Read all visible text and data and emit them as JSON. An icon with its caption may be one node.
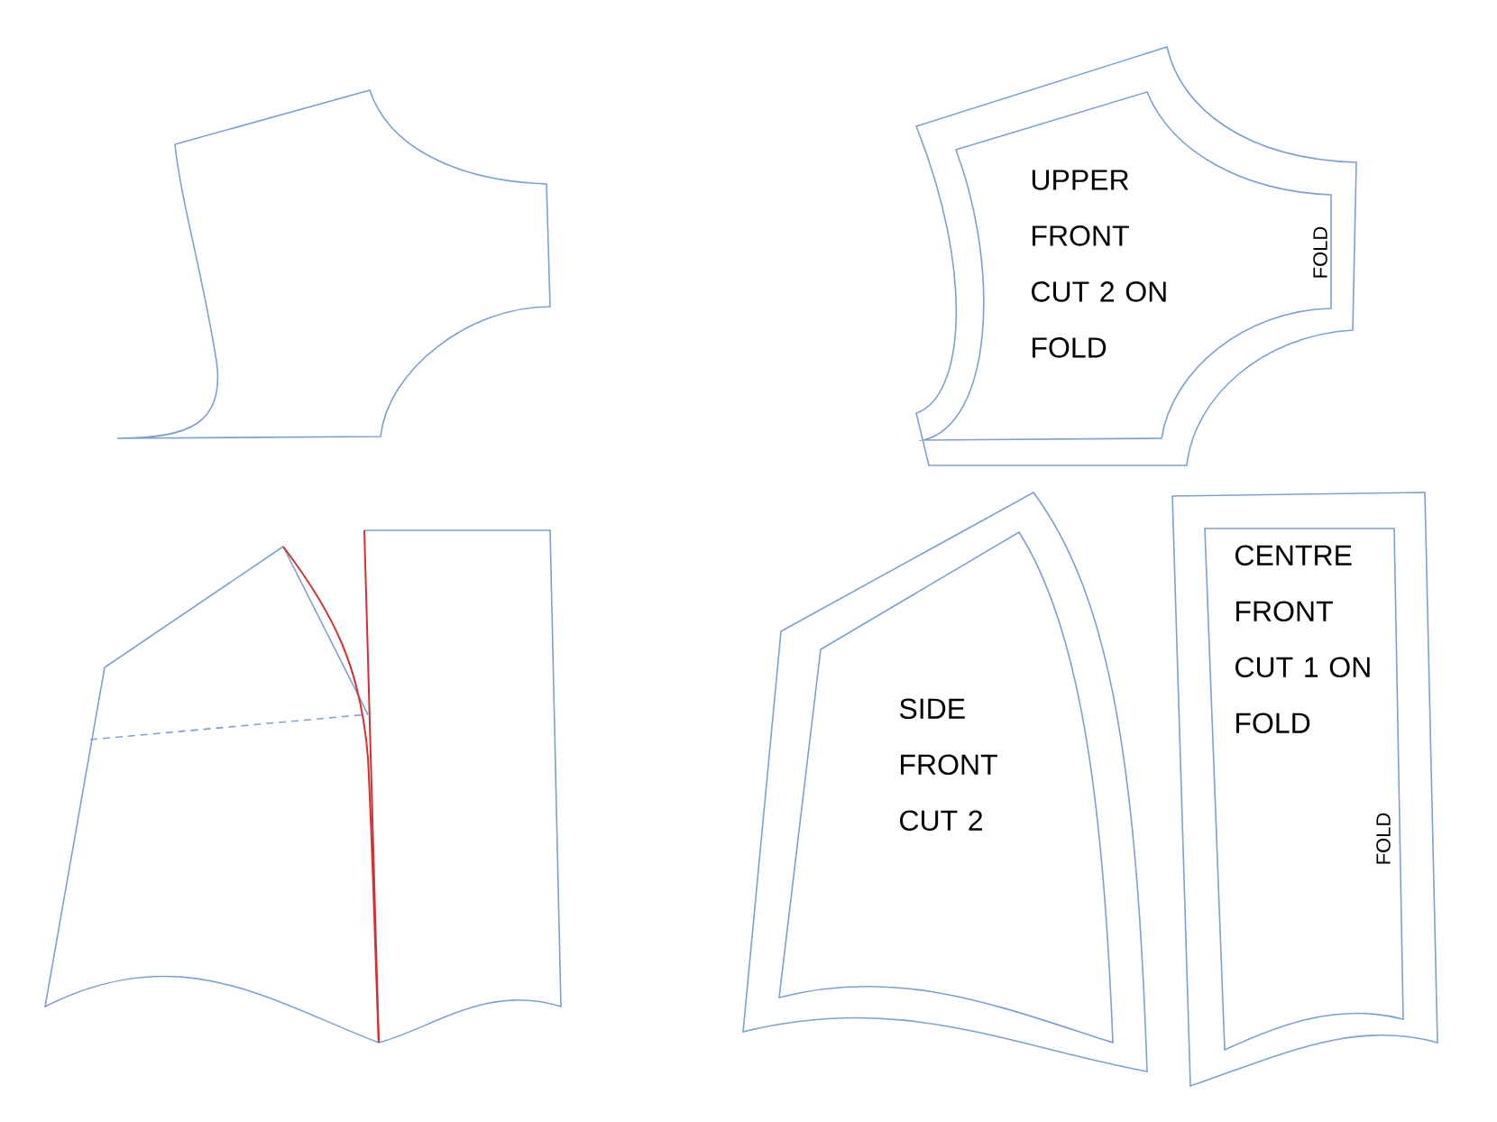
{
  "diagram": {
    "nodes": [
      {
        "text": [
          "UPPER FRONT CUT 2 ON FOLD",
          "FOLD"
        ]
      },
      {
        "text": [
          "SIDE FRONT CUT 2"
        ]
      },
      {
        "text": [
          "CENTRE FRONT CUT 1 ON FOLD",
          "FOLD"
        ]
      }
    ]
  }
}
